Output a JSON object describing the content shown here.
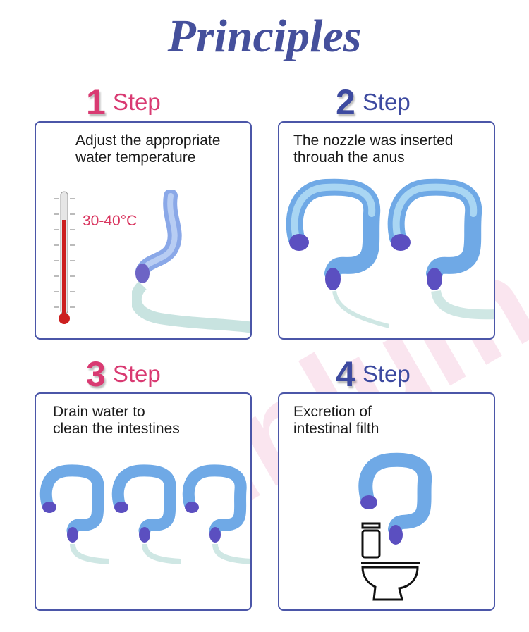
{
  "title": "Principles",
  "colors": {
    "title": "#45509c",
    "pink": "#d93a72",
    "blue": "#3d4aa0",
    "border": "#4b56a8"
  },
  "steps": [
    {
      "number": "1",
      "word": "Step",
      "text": "Adjust the appropriate\nwater temperature",
      "color": "pink"
    },
    {
      "number": "2",
      "word": "Step",
      "text": "The nozzle was inserted\nthrouah the anus",
      "color": "blue"
    },
    {
      "number": "3",
      "word": "Step",
      "text": "Drain water to\nclean the intestines",
      "color": "pink"
    },
    {
      "number": "4",
      "word": "Step",
      "text": "Excretion of\nintestinal filth",
      "color": "blue"
    }
  ],
  "temperature": "30-40°C",
  "watermark": "sunlum",
  "icons": [
    "thermometer-icon",
    "colon-icon",
    "toilet-icon"
  ]
}
